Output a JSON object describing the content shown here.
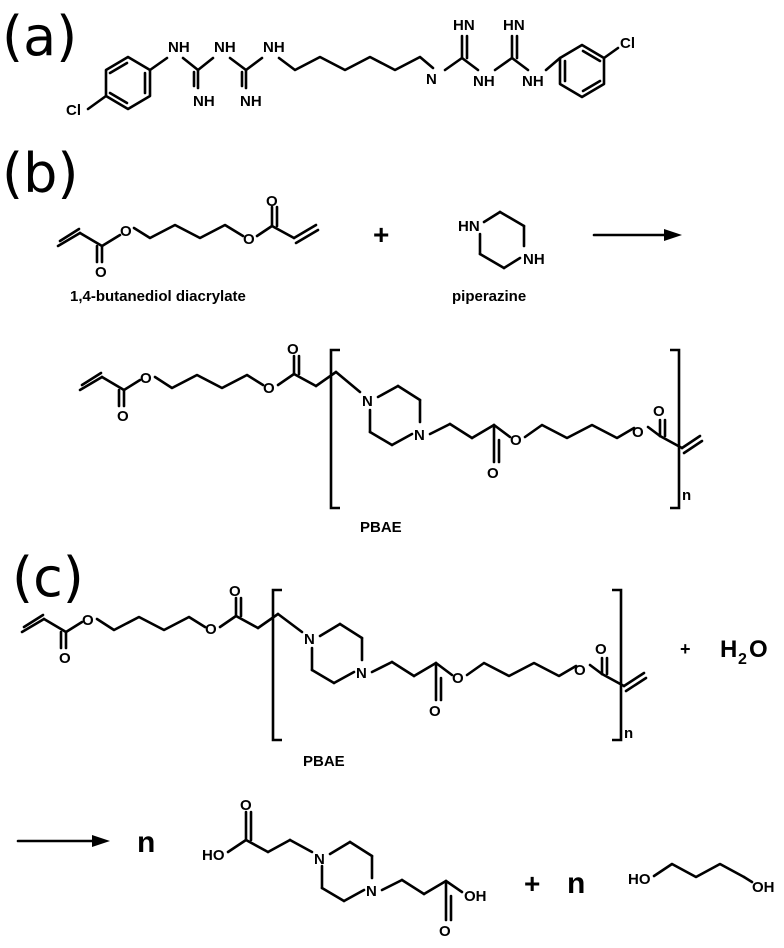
{
  "panels": {
    "a": "(a)",
    "b": "(b)",
    "c": "(c)"
  },
  "atoms": {
    "cl": "Cl",
    "nh": "NH",
    "n": "N",
    "o": "O",
    "hn": "HN",
    "ho": "HO",
    "oh": "OH",
    "hnh": "HN",
    "nh_imine": "NH"
  },
  "labels": {
    "butanediol_diacrylate": "1,4-butanediol diacrylate",
    "piperazine": "piperazine",
    "pbae_b": "PBAE",
    "pbae_c": "PBAE",
    "repeat_n": "n",
    "coef_n": "n"
  },
  "symbols": {
    "plus": "+",
    "plus_small": "+"
  },
  "water": {
    "h": "H",
    "sub": "2",
    "o": "O"
  }
}
